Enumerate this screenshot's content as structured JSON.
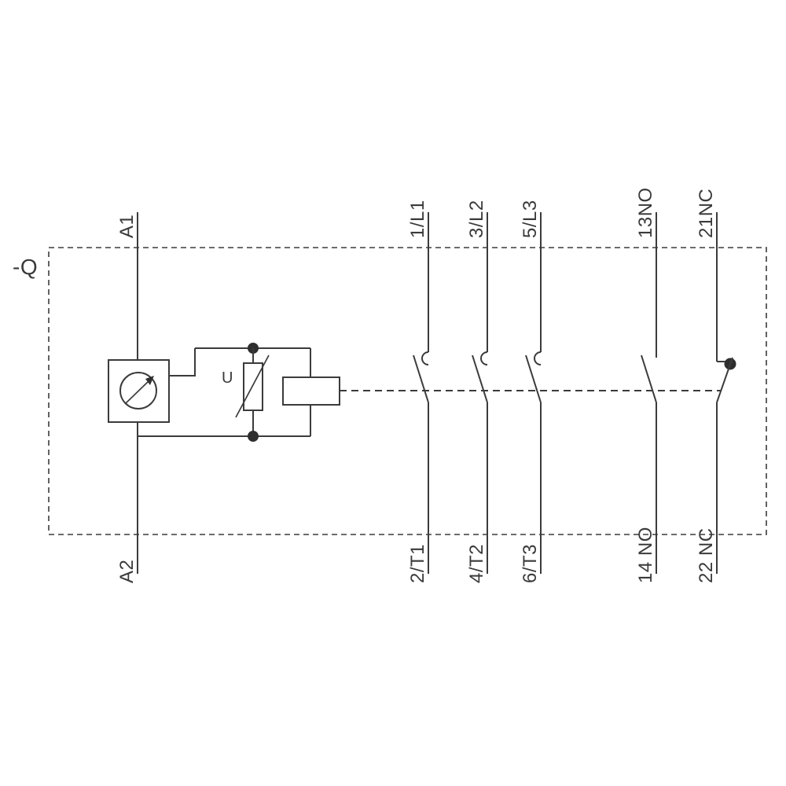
{
  "schematic": {
    "device_label": "-Q",
    "coil": {
      "varistor_label": "U"
    },
    "terminals": {
      "top": {
        "coil": "A1",
        "pole1": "1/L1",
        "pole2": "3/L2",
        "pole3": "5/L3",
        "aux_no": "13NO",
        "aux_nc": "21NC"
      },
      "bottom": {
        "coil": "A2",
        "pole1": "2/T1",
        "pole2": "4/T2",
        "pole3": "6/T3",
        "aux_no": "14 NO",
        "aux_nc": "22 NC"
      }
    },
    "colors": {
      "line": "#3b3b3b",
      "background": "#ffffff"
    }
  }
}
